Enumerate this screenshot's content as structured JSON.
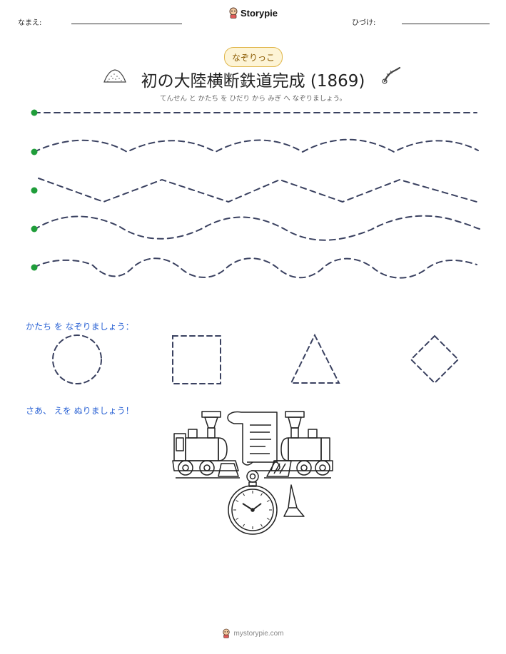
{
  "header": {
    "name_label": "なまえ:",
    "date_label": "ひづけ:",
    "brand": "Storypie",
    "brand_icon": "mascot-logo-icon"
  },
  "badge": "なぞりっこ",
  "title": "初の大陸横断鉄道完成 (1869)",
  "subtitle": "てんせん と かたち を ひだり から みぎ へ なぞりましょう。",
  "title_icons": [
    "sand-pile-icon",
    "bug-icon"
  ],
  "trace_lines": [
    "straight",
    "wave",
    "zigzag",
    "wave",
    "wave"
  ],
  "shapes_label": "かたち を なぞりましょう：",
  "shapes": [
    "circle",
    "square",
    "triangle",
    "diamond"
  ],
  "coloring_label": "さあ、 えを ぬりましょう！",
  "coloring_items": [
    "steam-locomotive-left",
    "scroll-document",
    "steam-locomotive-right",
    "pocket-watch",
    "golden-spike"
  ],
  "footer": "mystorypie.com",
  "colors": {
    "accent_blue": "#2a62d4",
    "dot_green": "#1f9d3a",
    "dash": "#3a4160",
    "badge_border": "#e0b64a"
  }
}
